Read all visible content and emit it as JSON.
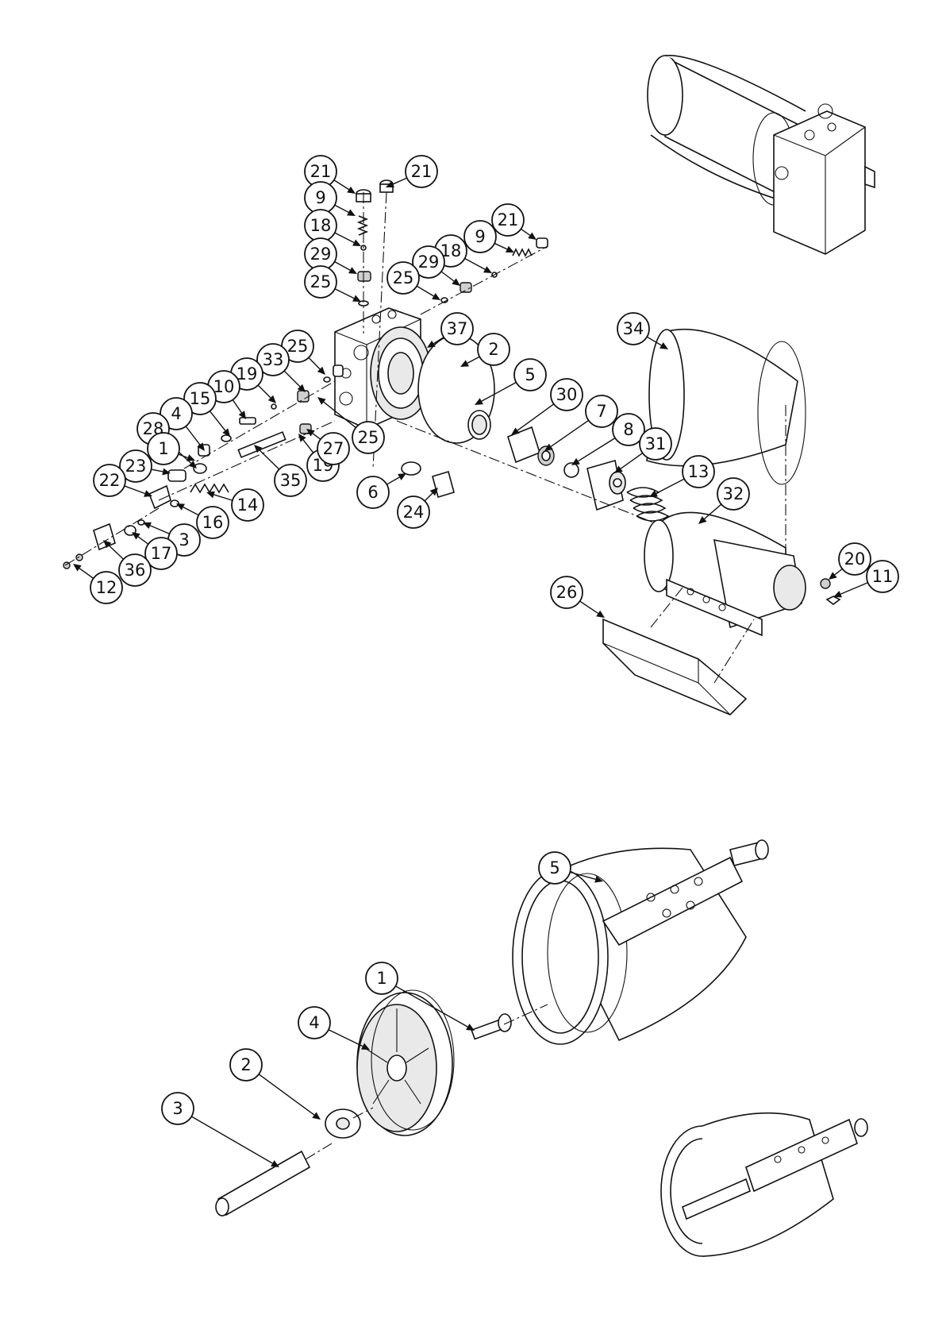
{
  "balloons": [
    {
      "label": "21"
    },
    {
      "label": "21"
    },
    {
      "label": "9"
    },
    {
      "label": "18"
    },
    {
      "label": "29"
    },
    {
      "label": "25"
    },
    {
      "label": "21"
    },
    {
      "label": "9"
    },
    {
      "label": "18"
    },
    {
      "label": "29"
    },
    {
      "label": "25"
    },
    {
      "label": "37"
    },
    {
      "label": "2"
    },
    {
      "label": "5"
    },
    {
      "label": "30"
    },
    {
      "label": "7"
    },
    {
      "label": "8"
    },
    {
      "label": "31"
    },
    {
      "label": "34"
    },
    {
      "label": "13"
    },
    {
      "label": "32"
    },
    {
      "label": "20"
    },
    {
      "label": "11"
    },
    {
      "label": "26"
    },
    {
      "label": "25"
    },
    {
      "label": "33"
    },
    {
      "label": "19"
    },
    {
      "label": "10"
    },
    {
      "label": "15"
    },
    {
      "label": "4"
    },
    {
      "label": "28"
    },
    {
      "label": "1"
    },
    {
      "label": "23"
    },
    {
      "label": "22"
    },
    {
      "label": "35"
    },
    {
      "label": "14"
    },
    {
      "label": "16"
    },
    {
      "label": "3"
    },
    {
      "label": "17"
    },
    {
      "label": "36"
    },
    {
      "label": "12"
    },
    {
      "label": "19"
    },
    {
      "label": "27"
    },
    {
      "label": "25"
    },
    {
      "label": "6"
    },
    {
      "label": "24"
    },
    {
      "label": "5"
    },
    {
      "label": "1"
    },
    {
      "label": "4"
    },
    {
      "label": "2"
    },
    {
      "label": "3"
    }
  ]
}
